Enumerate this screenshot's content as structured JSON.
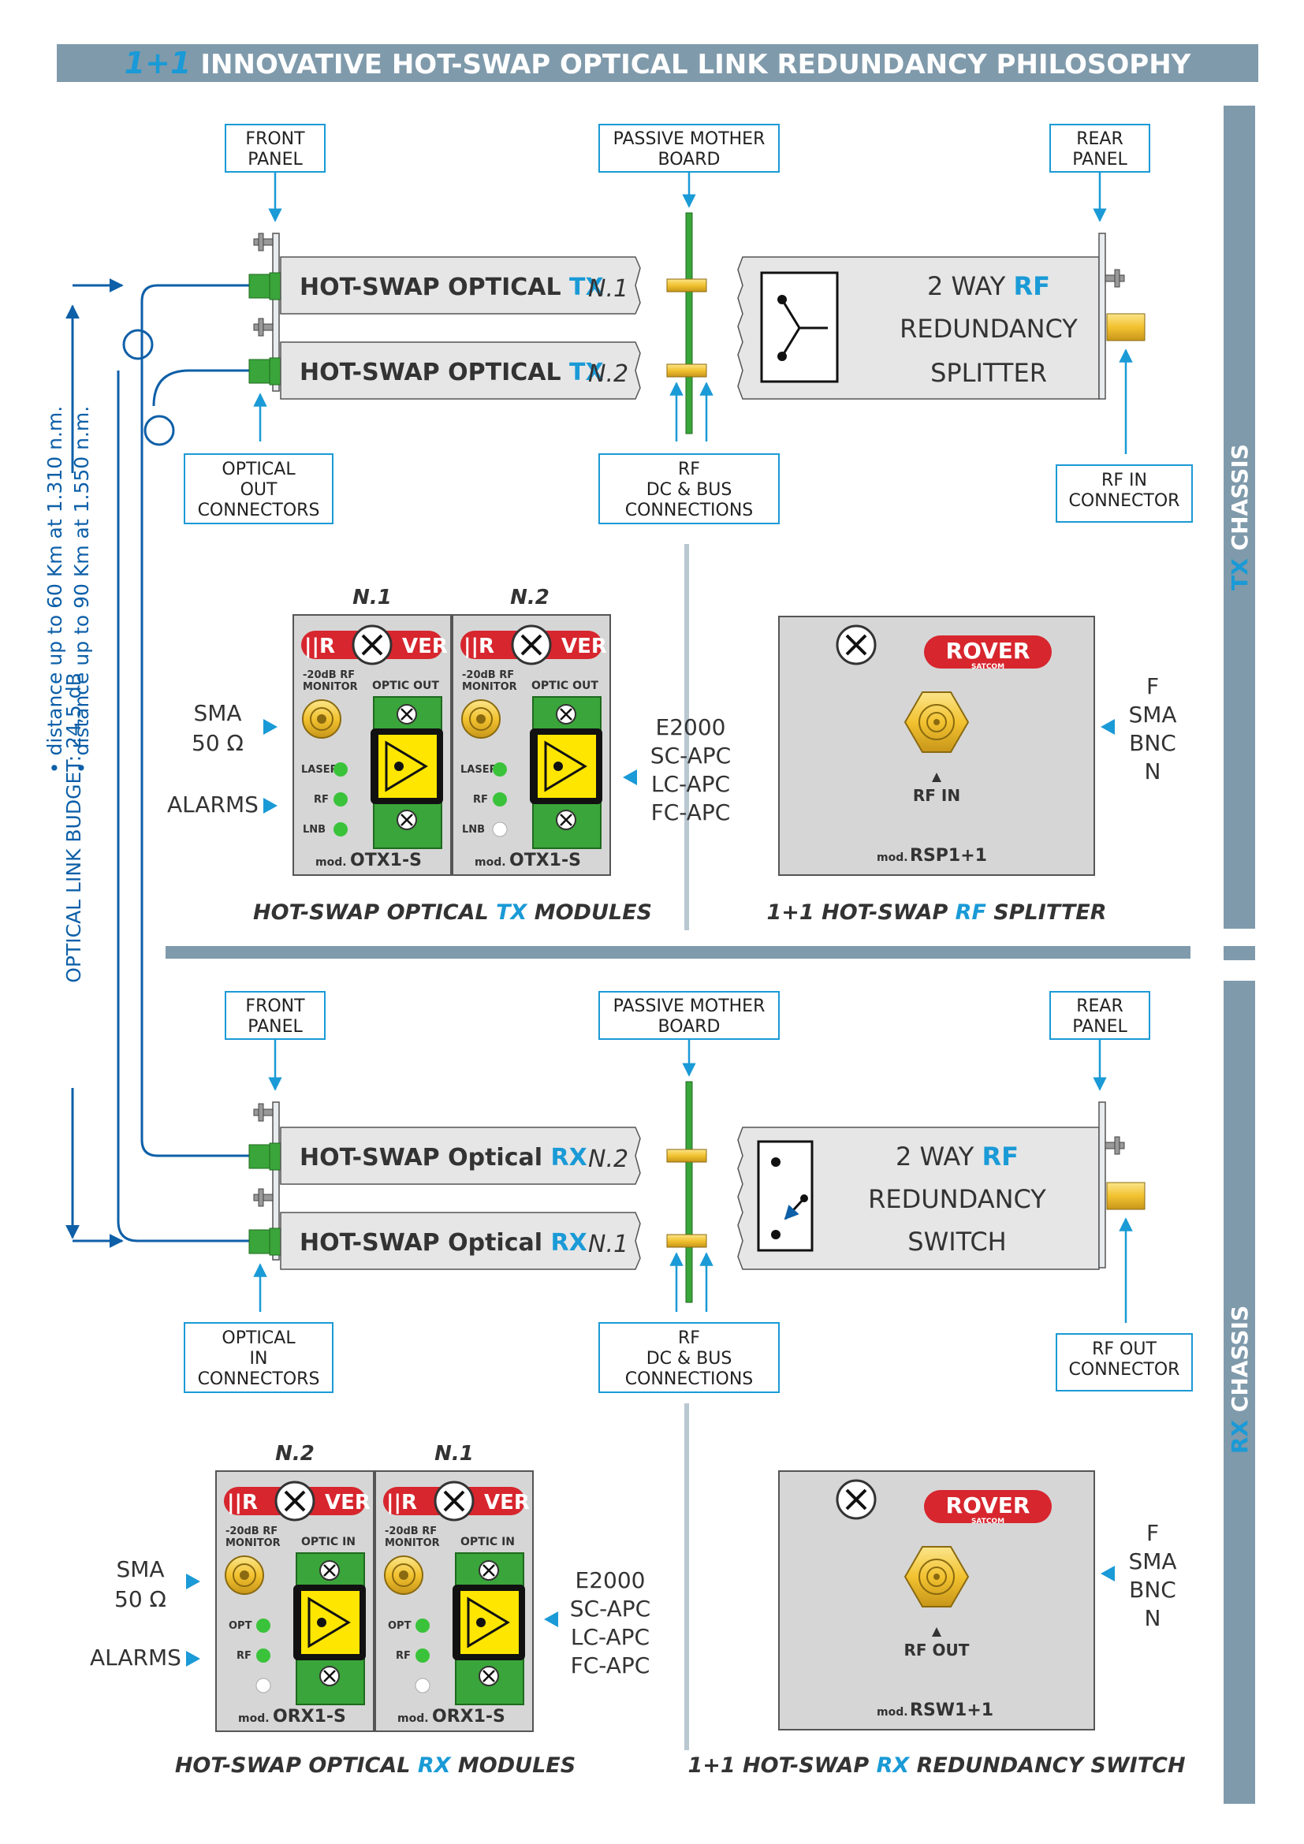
{
  "header": {
    "prefix": "1+1",
    "title": "INNOVATIVE HOT-SWAP OPTICAL LINK REDUNDANCY PHILOSOPHY"
  },
  "side_labels": {
    "tx_prefix": "TX",
    "tx_rest": " CHASSIS",
    "rx_prefix": "RX",
    "rx_rest": " CHASSIS"
  },
  "link_budget": {
    "main": "OPTICAL LINK BUDGET:  24,5 dB",
    "line1": "• distance up to 60 Km at 1.310 n.m.",
    "line2": "• distance up to 90 Km at 1.550 n.m."
  },
  "tx": {
    "front_panel": [
      "FRONT",
      "PANEL"
    ],
    "mother_board": [
      "PASSIVE MOTHER",
      "BOARD"
    ],
    "rear_panel": [
      "REAR",
      "PANEL"
    ],
    "module1": {
      "label": "HOT-SWAP OPTICAL ",
      "hl": "TX",
      "num": "N.1"
    },
    "module2": {
      "label": "HOT-SWAP OPTICAL ",
      "hl": "TX",
      "num": "N.2"
    },
    "splitter": {
      "l1a": "2 WAY ",
      "l1b": "RF",
      "l2": "REDUNDANCY",
      "l3": "SPLITTER"
    },
    "optical_conn": [
      "OPTICAL",
      "OUT",
      "CONNECTORS"
    ],
    "rf_dc_bus": [
      "RF",
      "DC & BUS",
      "CONNECTIONS"
    ],
    "rf_conn": [
      "RF IN",
      "CONNECTOR"
    ]
  },
  "rx": {
    "front_panel": [
      "FRONT",
      "PANEL"
    ],
    "mother_board": [
      "PASSIVE MOTHER",
      "BOARD"
    ],
    "rear_panel": [
      "REAR",
      "PANEL"
    ],
    "module1": {
      "label": "HOT-SWAP Optical ",
      "hl": "RX",
      "num": "N.2"
    },
    "module2": {
      "label": "HOT-SWAP Optical ",
      "hl": "RX",
      "num": "N.1"
    },
    "splitter": {
      "l1a": "2 WAY ",
      "l1b": "RF",
      "l2": "REDUNDANCY",
      "l3": "SWITCH"
    },
    "optical_conn": [
      "OPTICAL",
      "IN",
      "CONNECTORS"
    ],
    "rf_dc_bus": [
      "RF",
      "DC & BUS",
      "CONNECTIONS"
    ],
    "rf_conn": [
      "RF OUT",
      "CONNECTOR"
    ]
  },
  "tx_modules": {
    "n1": "N.1",
    "n2": "N.2",
    "monitor1": "-20dB RF",
    "monitor2": "MONITOR",
    "port": "OPTIC OUT",
    "led1": "LASER",
    "led2": "RF",
    "led3": "LNB",
    "mod": "mod.",
    "model": "OTX1-S",
    "sma": [
      "SMA",
      "50 Ω"
    ],
    "alarms": "ALARMS",
    "conn_types": [
      "E2000",
      "SC-APC",
      "LC-APC",
      "FC-APC"
    ],
    "caption_a": "HOT-SWAP OPTICAL ",
    "caption_hl": "TX",
    "caption_b": " MODULES"
  },
  "tx_splitter_panel": {
    "brand": "ROVER",
    "brand_sub": "SATCOM",
    "port": "RF IN",
    "mod": "mod.",
    "model": "RSP1+1",
    "types": [
      "F",
      "SMA",
      "BNC",
      "N"
    ],
    "caption_a": "1+1 HOT-SWAP ",
    "caption_hl": "RF",
    "caption_b": " SPLITTER"
  },
  "rx_modules": {
    "n1": "N.2",
    "n2": "N.1",
    "monitor1": "-20dB RF",
    "monitor2": "MONITOR",
    "port": "OPTIC IN",
    "led1": "OPT",
    "led2": "RF",
    "mod": "mod.",
    "model": "ORX1-S",
    "sma": [
      "SMA",
      "50 Ω"
    ],
    "alarms": "ALARMS",
    "conn_types": [
      "E2000",
      "SC-APC",
      "LC-APC",
      "FC-APC"
    ],
    "caption_a": "HOT-SWAP OPTICAL ",
    "caption_hl": "RX",
    "caption_b": " MODULES"
  },
  "rx_switch_panel": {
    "brand": "ROVER",
    "brand_sub": "SATCOM",
    "port": "RF OUT",
    "mod": "mod.",
    "model": "RSW1+1",
    "types": [
      "F",
      "SMA",
      "BNC",
      "N"
    ],
    "caption_a": "1+1 HOT-SWAP ",
    "caption_hl": "RX",
    "caption_b": " REDUNDANCY SWITCH"
  },
  "colors": {
    "accent": "#1a9ad6",
    "navy": "#0d5fa8",
    "band": "#7f9aab",
    "green": "#3aa53a",
    "gold": "#f2c230",
    "yellow": "#ffe600",
    "red": "#d7262e"
  }
}
